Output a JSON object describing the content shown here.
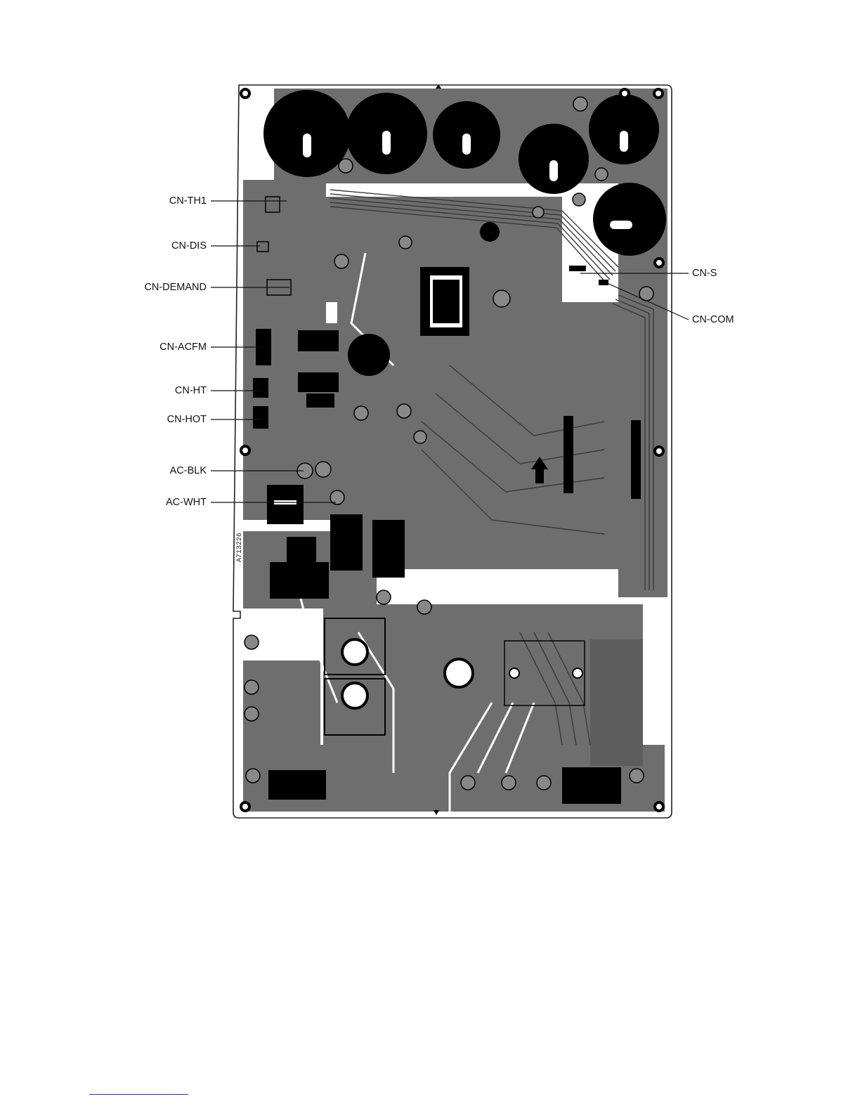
{
  "diagram": {
    "board_code": "A713226",
    "callouts_left": [
      {
        "id": "cn-th1",
        "label": "CN-TH1"
      },
      {
        "id": "cn-dis",
        "label": "CN-DIS"
      },
      {
        "id": "cn-demand",
        "label": "CN-DEMAND"
      },
      {
        "id": "cn-acfm",
        "label": "CN-ACFM"
      },
      {
        "id": "cn-ht",
        "label": "CN-HT"
      },
      {
        "id": "cn-hot",
        "label": "CN-HOT"
      },
      {
        "id": "ac-blk",
        "label": "AC-BLK"
      },
      {
        "id": "ac-wht",
        "label": "AC-WHT"
      }
    ],
    "callouts_right": [
      {
        "id": "cn-s",
        "label": "CN-S"
      },
      {
        "id": "cn-com",
        "label": "CN-COM"
      }
    ],
    "colors": {
      "board_fill": "#6e6e6e",
      "copper_dark": "#3a3a3a",
      "component_black": "#000000",
      "background": "#ffffff",
      "link_rule": "#2233aa"
    }
  }
}
